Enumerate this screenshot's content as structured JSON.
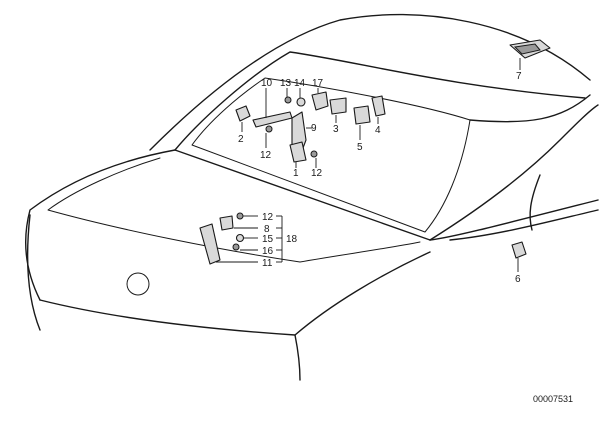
{
  "diagram": {
    "callouts": [
      {
        "id": "c10",
        "label": "10"
      },
      {
        "id": "c13",
        "label": "13"
      },
      {
        "id": "c14",
        "label": "14"
      },
      {
        "id": "c17",
        "label": "17"
      },
      {
        "id": "c9",
        "label": "9"
      },
      {
        "id": "c3",
        "label": "3"
      },
      {
        "id": "c4",
        "label": "4"
      },
      {
        "id": "c5",
        "label": "5"
      },
      {
        "id": "c2",
        "label": "2"
      },
      {
        "id": "c12a",
        "label": "12"
      },
      {
        "id": "c1",
        "label": "1"
      },
      {
        "id": "c12b",
        "label": "12"
      },
      {
        "id": "c7",
        "label": "7"
      },
      {
        "id": "c12c",
        "label": "12"
      },
      {
        "id": "c8",
        "label": "8"
      },
      {
        "id": "c15",
        "label": "15"
      },
      {
        "id": "c16",
        "label": "16"
      },
      {
        "id": "c18",
        "label": "18"
      },
      {
        "id": "c11",
        "label": "11"
      },
      {
        "id": "c6",
        "label": "6"
      }
    ],
    "doc_number": "00007531"
  }
}
